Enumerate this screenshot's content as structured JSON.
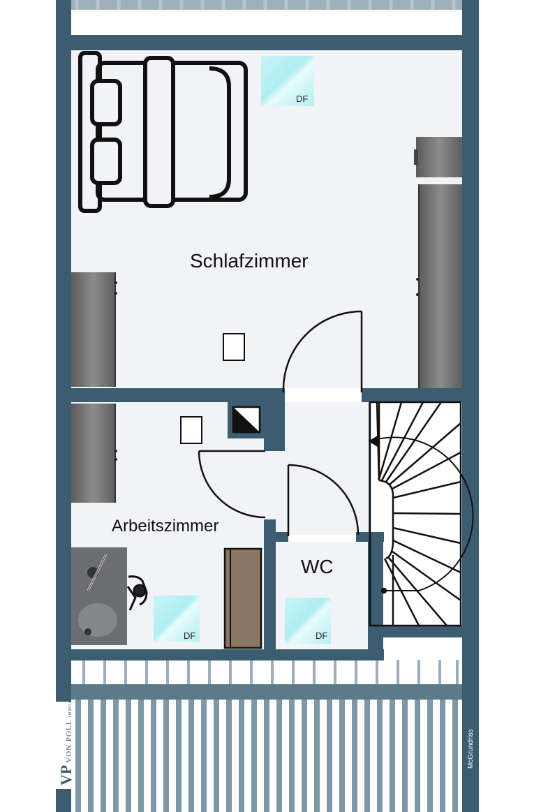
{
  "rooms": {
    "schlafzimmer": "Schlafzimmer",
    "arbeitszimmer": "Arbeitszimmer",
    "wc": "WC"
  },
  "skylight_label": "DF",
  "branding": {
    "logo_mark": "VP",
    "logo_name": "VON POLL",
    "logo_sub": "IMMOBILIEN",
    "credit": "McGrundriss"
  },
  "colors": {
    "wall": "#3c5c6f",
    "floor": "#f2f3f7",
    "furniture_gray": "#6e6e6e",
    "skylight": "#bdf1f2",
    "door_panel": "#8a7662"
  }
}
